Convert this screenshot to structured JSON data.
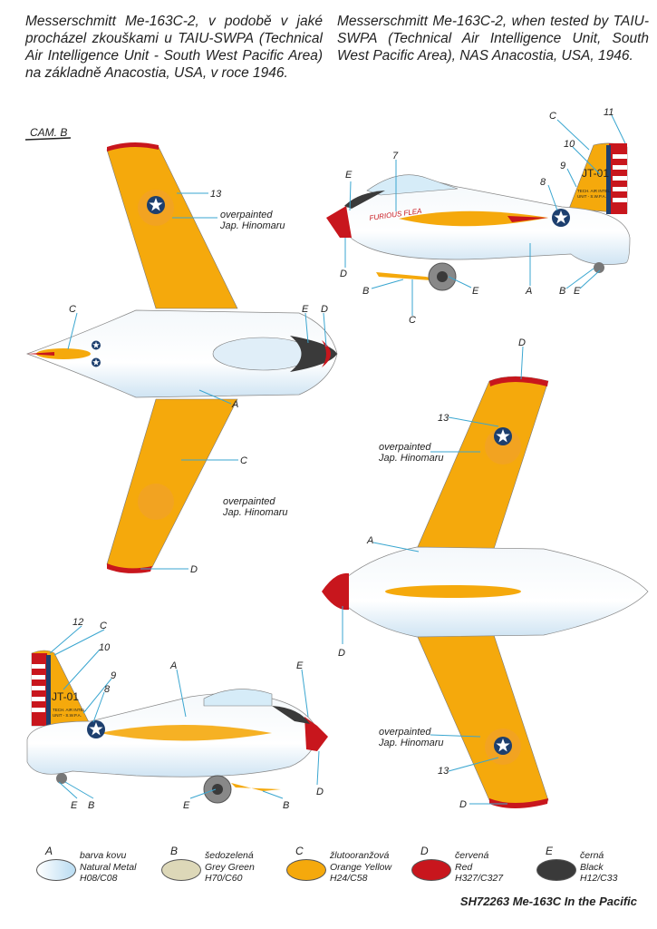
{
  "header": {
    "czech": "Messerschmitt Me-163C-2, v podobě v jaké procházel zkouškami u TAIU-SWPA (Technical Air Intelligence Unit - South West Pacific Area) na základně Anacostia, USA, v roce 1946.",
    "english": "Messerschmitt Me-163C-2, when tested by TAIU-SWPA (Technical Air Intelligence Unit, South West Pacific Area), NAS Anacostia, USA, 1946."
  },
  "camouflage_label": "CAM. B",
  "markings": {
    "nose_art": "FURIOUS FLEA",
    "code": "JT-01",
    "tail_text_1": "TECH. AIR INTEL.",
    "tail_text_2": "UNIT - S.W.P.A."
  },
  "top_view": {
    "l13": "13",
    "hin1a": "overpainted",
    "hin1b": "Jap. Hinomaru",
    "C1": "C",
    "E": "E",
    "D1": "D",
    "A": "A",
    "C2": "C",
    "hin2a": "overpainted",
    "hin2b": "Jap. Hinomaru",
    "D2": "D"
  },
  "side_right": {
    "E1": "E",
    "l7": "7",
    "C1": "C",
    "l11": "11",
    "l10": "10",
    "l9": "9",
    "l8": "8",
    "D": "D",
    "B1": "B",
    "E2": "E",
    "C2": "C",
    "A": "A",
    "B2": "B",
    "E3": "E"
  },
  "bottom_view": {
    "D1": "D",
    "l13a": "13",
    "hin1a": "overpainted",
    "hin1b": "Jap. Hinomaru",
    "A": "A",
    "D2": "D",
    "hin2a": "overpainted",
    "hin2b": "Jap. Hinomaru",
    "l13b": "13",
    "D3": "D"
  },
  "side_left": {
    "l12": "12",
    "C": "C",
    "l10": "10",
    "l9": "9",
    "l8": "8",
    "A": "A",
    "E1": "E",
    "E2": "E",
    "B1": "B",
    "E3": "E",
    "B2": "B",
    "D": "D"
  },
  "legend": [
    {
      "letter": "A",
      "czech": "barva kovu",
      "english": "Natural Metal",
      "code": "H08/C08",
      "color": "#cfe6f5"
    },
    {
      "letter": "B",
      "czech": "šedozelená",
      "english": "Grey Green",
      "code": "H70/C60",
      "color": "#ddd8b8"
    },
    {
      "letter": "C",
      "czech": "žlutooranžová",
      "english": "Orange Yellow",
      "code": "H24/C58",
      "color": "#f5a90c"
    },
    {
      "letter": "D",
      "czech": "červená",
      "english": "Red",
      "code": "H327/C327",
      "color": "#c8161d"
    },
    {
      "letter": "E",
      "czech": "černá",
      "english": "Black",
      "code": "H12/C33",
      "color": "#3a3a3a"
    }
  ],
  "footer": "SH72263 Me-163C In the Pacific"
}
